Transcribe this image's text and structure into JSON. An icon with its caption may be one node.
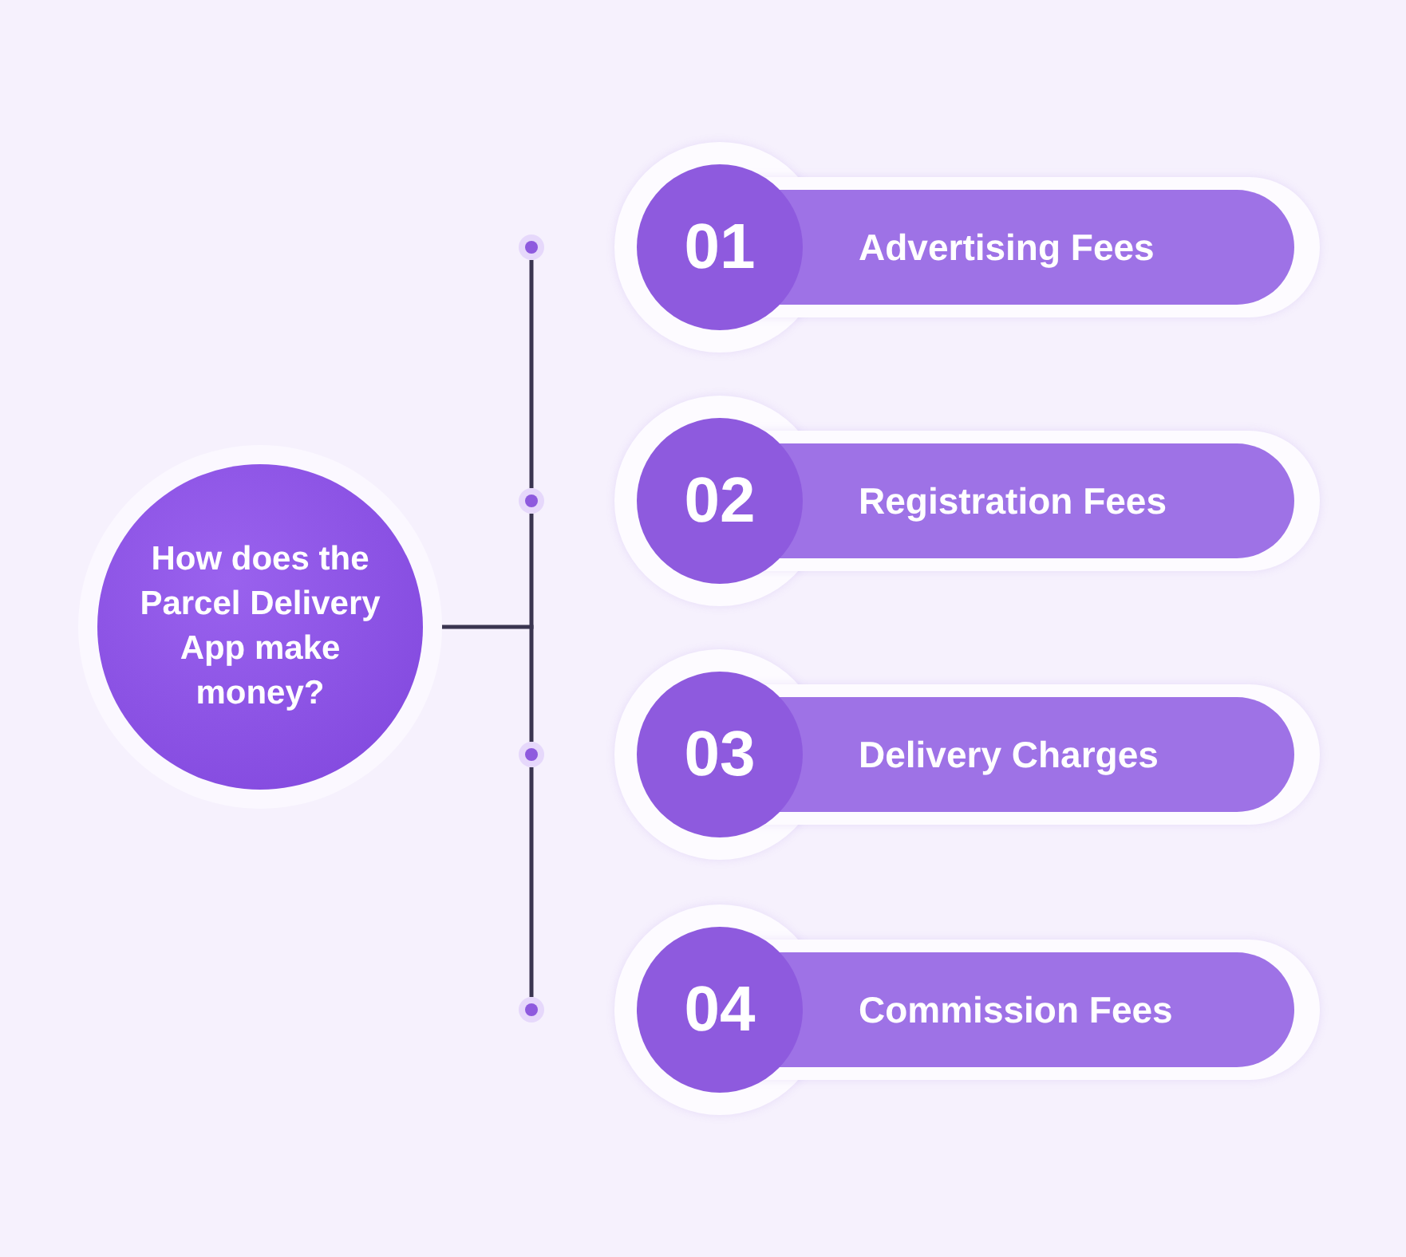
{
  "diagram": {
    "nodes": [
      {
        "text": [
          "How does the Parcel Delivery App make money?"
        ]
      },
      {
        "text": [
          "01",
          "Advertising Fees"
        ]
      },
      {
        "text": [
          "02",
          "Registration Fees"
        ]
      },
      {
        "text": [
          "03",
          "Delivery Charges"
        ]
      },
      {
        "text": [
          "04",
          "Commission Fees"
        ]
      },
      {
        "text": [],
        "shape": "circle"
      },
      {
        "text": [],
        "shape": "circle"
      },
      {
        "text": [],
        "shape": "circle"
      },
      {
        "text": [],
        "shape": "circle"
      }
    ],
    "edges": [
      {
        "from": 0,
        "to": null,
        "arrow": "none"
      },
      {
        "from": 5,
        "to": 6,
        "arrow": "none"
      },
      {
        "from": 6,
        "to": 7,
        "arrow": "none"
      },
      {
        "from": 7,
        "to": 8,
        "arrow": "none"
      }
    ]
  }
}
